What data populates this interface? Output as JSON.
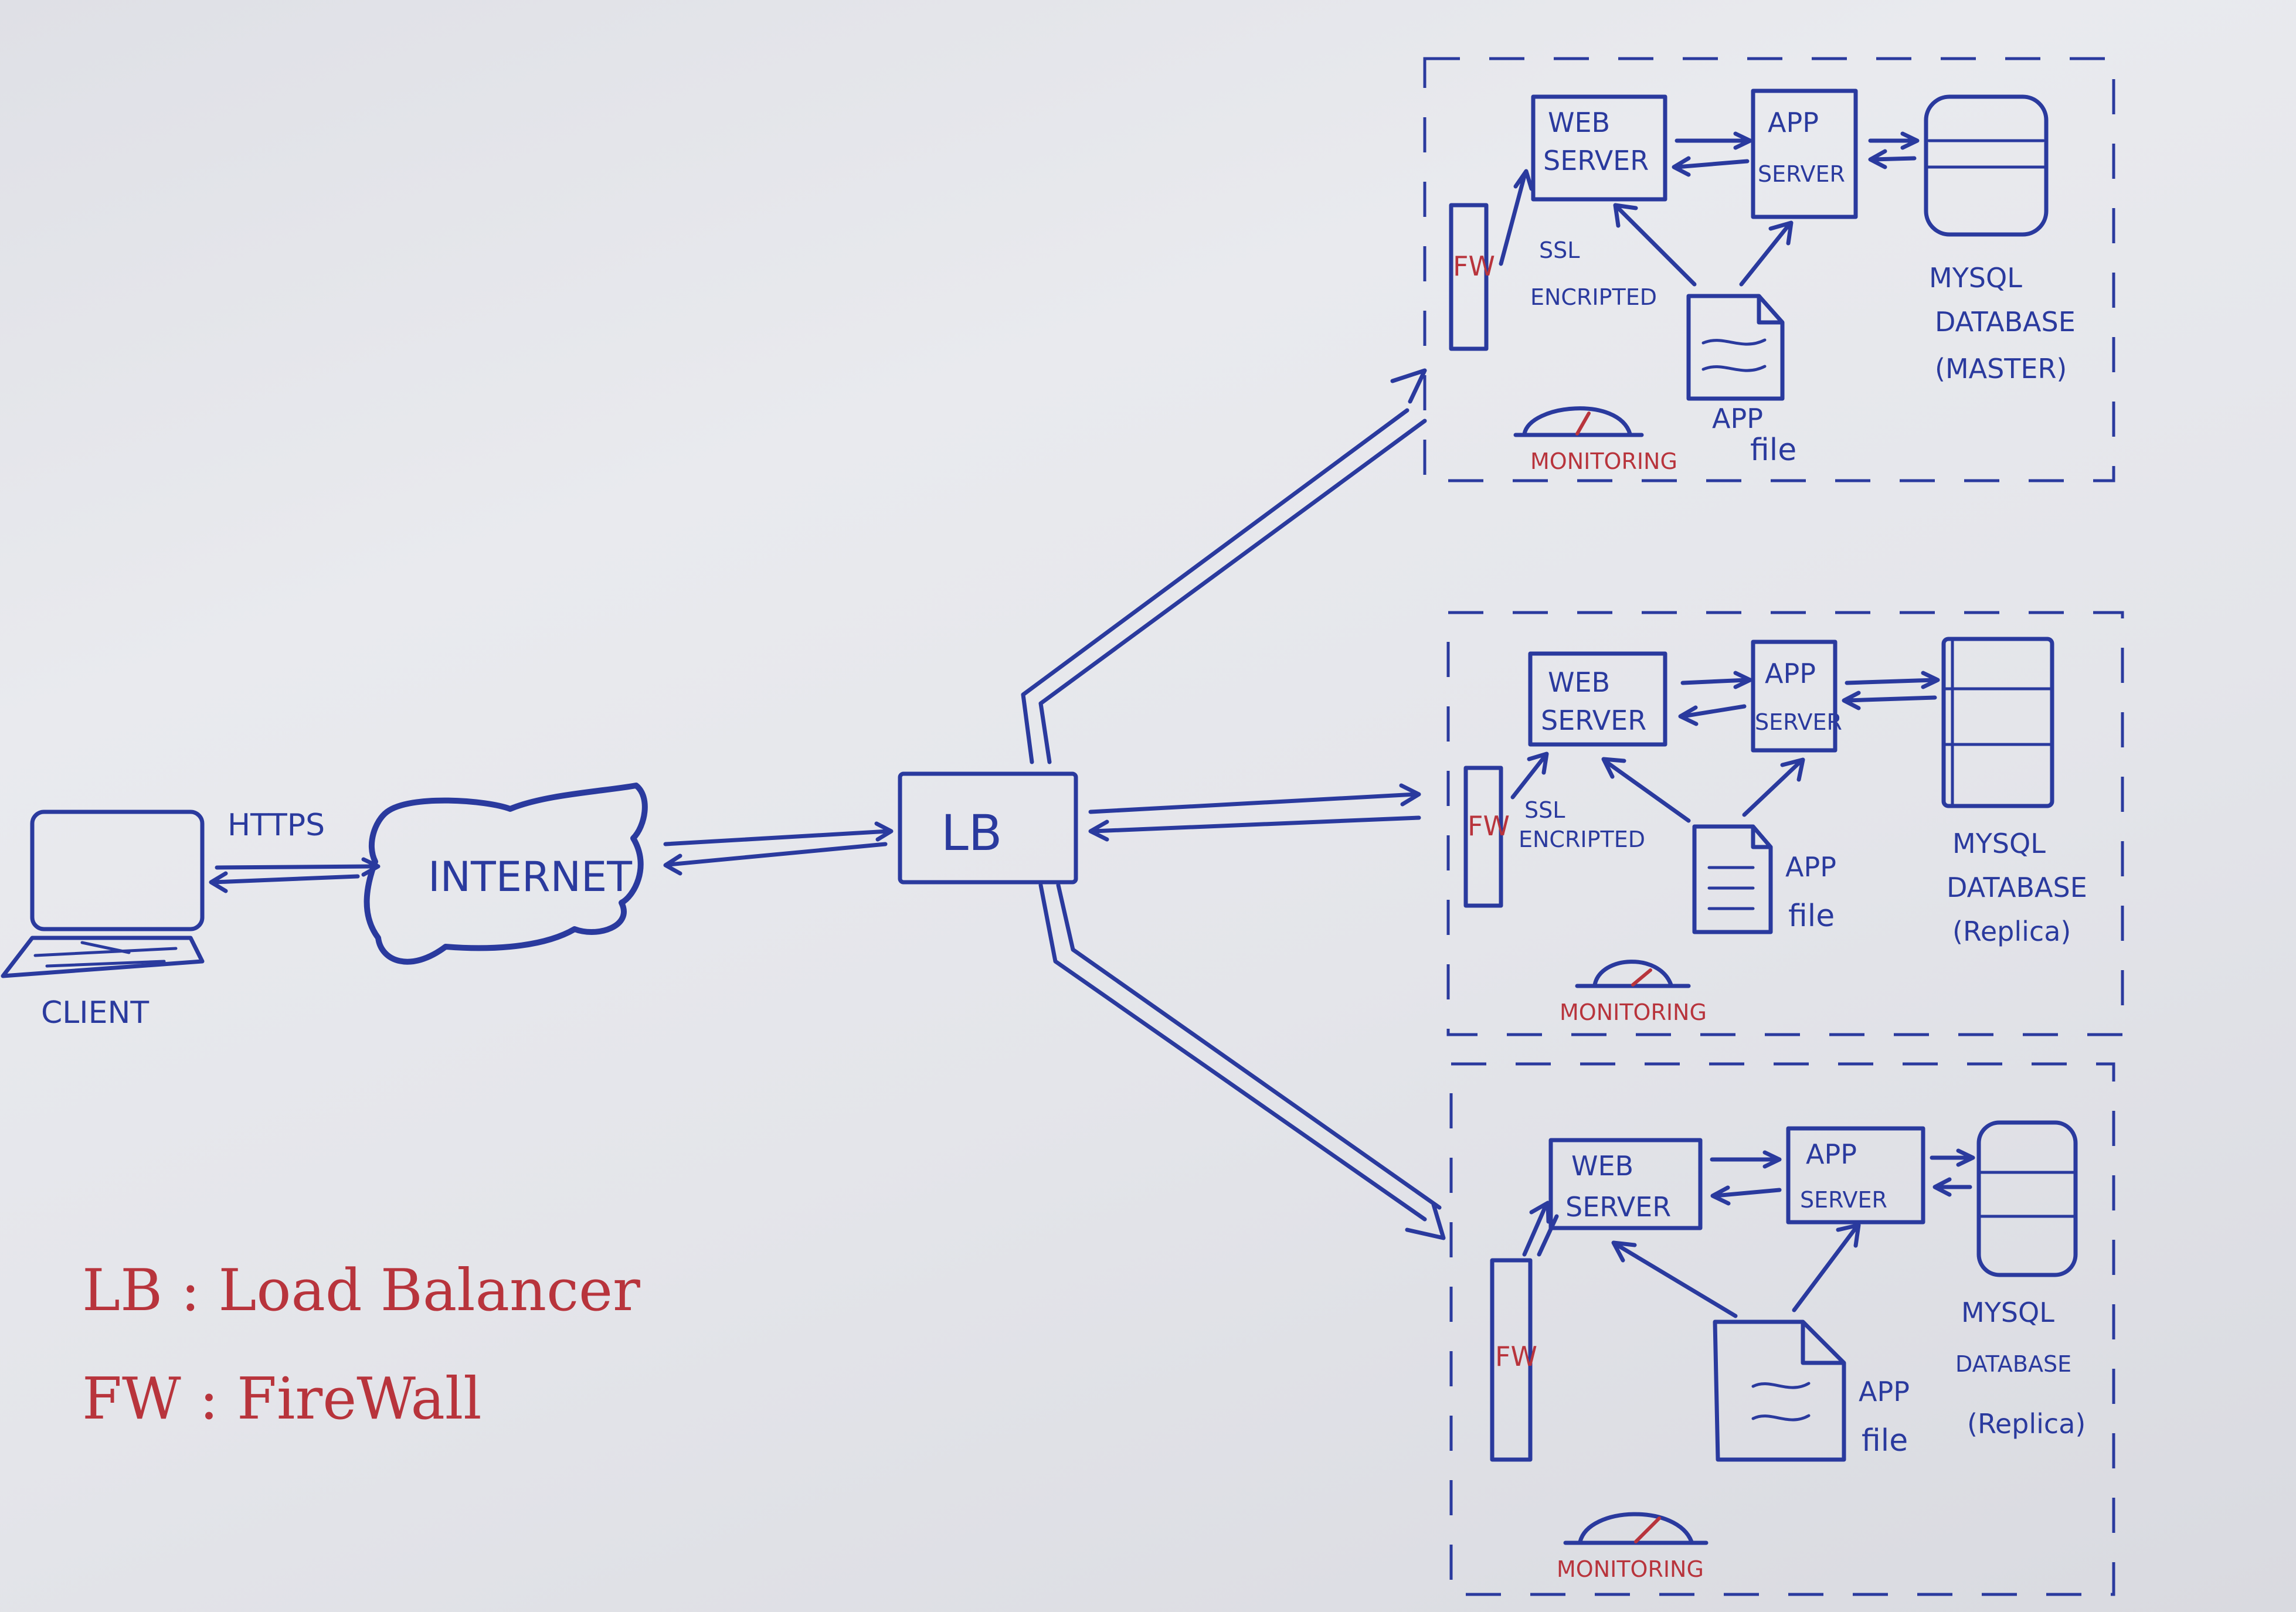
{
  "client": {
    "label": "CLIENT"
  },
  "internet": {
    "label": "INTERNET",
    "protocol": "HTTPS"
  },
  "load_balancer": {
    "label": "LB"
  },
  "legend": {
    "lb_line": "LB : Load Balancer",
    "fw_line": "FW : FireWall"
  },
  "clusters": [
    {
      "web_line1": "WEB",
      "web_line2": "SERVER",
      "app_line1": "APP",
      "app_line2": "SERVER",
      "fw": "FW",
      "ssl_line1": "SSL",
      "ssl_line2": "ENCRIPTED",
      "file_line1": "APP",
      "file_line2": "file",
      "db_line1": "MYSQL",
      "db_line2": "DATABASE",
      "db_line3": "(MASTER)",
      "monitoring": "MONITORING"
    },
    {
      "web_line1": "WEB",
      "web_line2": "SERVER",
      "app_line1": "APP",
      "app_line2": "SERVER",
      "fw": "FW",
      "ssl_line1": "SSL",
      "ssl_line2": "ENCRIPTED",
      "file_line1": "APP",
      "file_line2": "file",
      "db_line1": "MYSQL",
      "db_line2": "DATABASE",
      "db_line3": "(Replica)",
      "monitoring": "MONITORING"
    },
    {
      "web_line1": "WEB",
      "web_line2": "SERVER",
      "app_line1": "APP",
      "app_line2": "SERVER",
      "fw": "FW",
      "file_line1": "APP",
      "file_line2": "file",
      "db_line1": "MYSQL",
      "db_line2": "DATABASE",
      "db_line3": "(Replica)",
      "monitoring": "MONITORING"
    }
  ],
  "colors": {
    "ink": "#2a3a9e",
    "red": "#b8343c",
    "paper": "#e4e5ea"
  }
}
